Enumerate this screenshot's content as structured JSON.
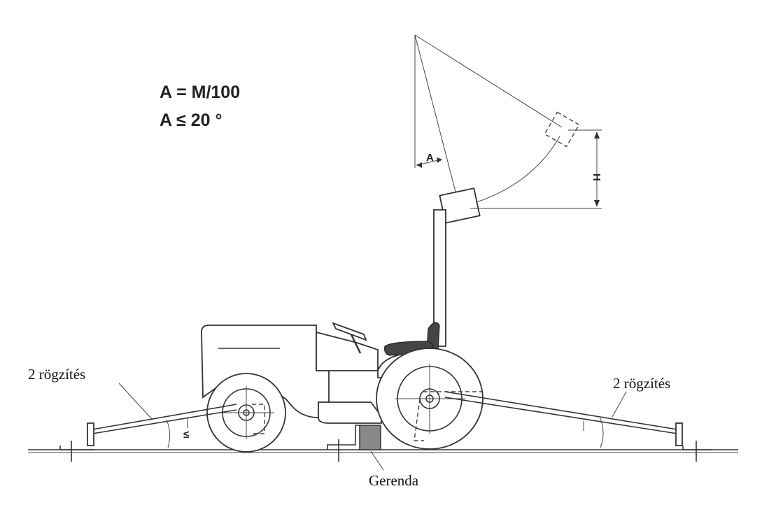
{
  "formulas": {
    "line1": "A = M/100",
    "line2": "A ≤ 20 °"
  },
  "labels": {
    "left_fixing": "2 rögzítés",
    "right_fixing": "2 rögzítés",
    "beam": "Gerenda"
  },
  "dimensions": {
    "angle": "A",
    "height": "H"
  }
}
